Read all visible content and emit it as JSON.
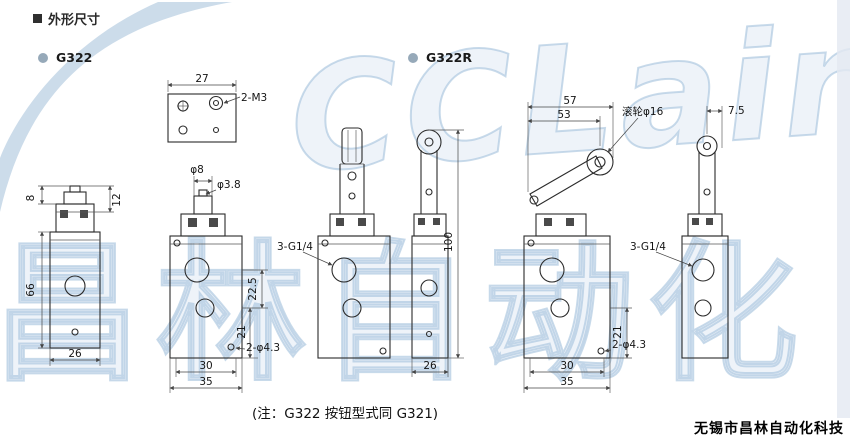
{
  "header": {
    "title": "外形尺寸"
  },
  "groups": {
    "left_label": "G322",
    "right_label": "G322R"
  },
  "footer": {
    "note": "(注：G322 按钮型式同 G321)",
    "company": "无锡市昌林自动化科技"
  },
  "watermark": {
    "latin": "CCLair",
    "cjk": "昌林自动化"
  },
  "colors": {
    "watermark_blue": "#a9c4dc",
    "line": "#2b2b2b"
  },
  "dims": {
    "a_8": "8",
    "a_12": "12",
    "a_66": "66",
    "a_26": "26",
    "top_27": "27",
    "top_m3": "2-M3",
    "c_d8": "φ8",
    "c_d38": "φ3.8",
    "c_225": "22.5",
    "c_21": "21",
    "c_holes": "2-φ4.3",
    "c_30": "30",
    "c_35": "35",
    "d_port": "3-G1/4",
    "e_100": "100",
    "e_26": "26",
    "f_57": "57",
    "f_53": "53",
    "f_roller": "滚轮φ16",
    "f_21": "21",
    "f_holes": "2-φ4.3",
    "f_30": "30",
    "f_35": "35",
    "g_75": "7.5",
    "g_port": "3-G1/4"
  }
}
